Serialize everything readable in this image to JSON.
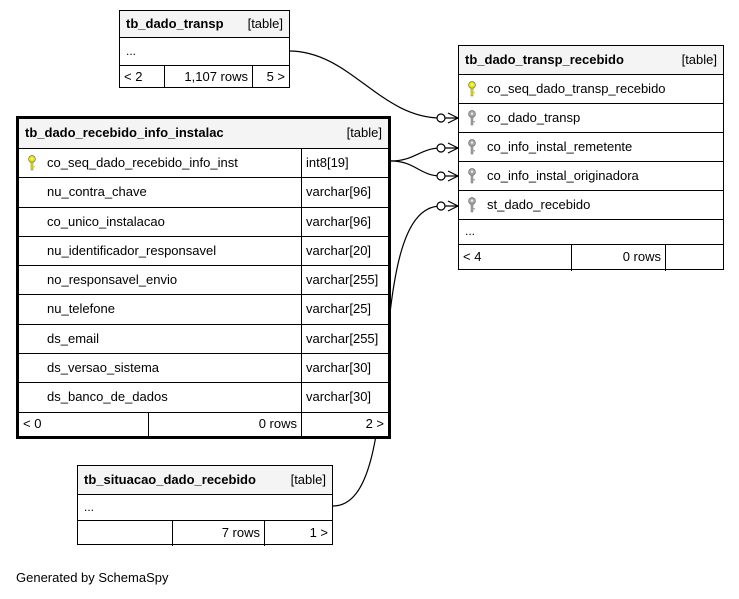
{
  "tables": {
    "transp": {
      "name": "tb_dado_transp",
      "kind": "[table]",
      "ellipsis": "...",
      "footer": {
        "left": "< 2",
        "center": "1,107 rows",
        "right": "5 >"
      }
    },
    "recebido": {
      "name": "tb_dado_transp_recebido",
      "kind": "[table]",
      "columns": [
        {
          "name": "co_seq_dado_transp_recebido",
          "icon": "primary-key-icon"
        },
        {
          "name": "co_dado_transp",
          "icon": "foreign-key-icon"
        },
        {
          "name": "co_info_instal_remetente",
          "icon": "foreign-key-icon"
        },
        {
          "name": "co_info_instal_originadora",
          "icon": "foreign-key-icon"
        },
        {
          "name": "st_dado_recebido",
          "icon": "foreign-key-icon"
        }
      ],
      "ellipsis": "...",
      "footer": {
        "left": "< 4",
        "center": "0 rows",
        "right": ""
      }
    },
    "info": {
      "name": "tb_dado_recebido_info_instalac",
      "kind": "[table]",
      "columns": [
        {
          "name": "co_seq_dado_recebido_info_inst",
          "type": "int8[19]",
          "icon": "primary-key-icon"
        },
        {
          "name": "nu_contra_chave",
          "type": "varchar[96]"
        },
        {
          "name": "co_unico_instalacao",
          "type": "varchar[96]"
        },
        {
          "name": "nu_identificador_responsavel",
          "type": "varchar[20]"
        },
        {
          "name": "no_responsavel_envio",
          "type": "varchar[255]"
        },
        {
          "name": "nu_telefone",
          "type": "varchar[25]"
        },
        {
          "name": "ds_email",
          "type": "varchar[255]"
        },
        {
          "name": "ds_versao_sistema",
          "type": "varchar[30]"
        },
        {
          "name": "ds_banco_de_dados",
          "type": "varchar[30]"
        }
      ],
      "footer": {
        "left": "< 0",
        "center": "0 rows",
        "right": "2 >"
      }
    },
    "situacao": {
      "name": "tb_situacao_dado_recebido",
      "kind": "[table]",
      "ellipsis": "...",
      "footer": {
        "left": "",
        "center": "7 rows",
        "right": "1 >"
      }
    }
  },
  "colors": {
    "primary_key": "#e8e800",
    "foreign_key": "#a8a8a8",
    "header_bg": "#f4f4f4"
  },
  "credit": "Generated by SchemaSpy"
}
